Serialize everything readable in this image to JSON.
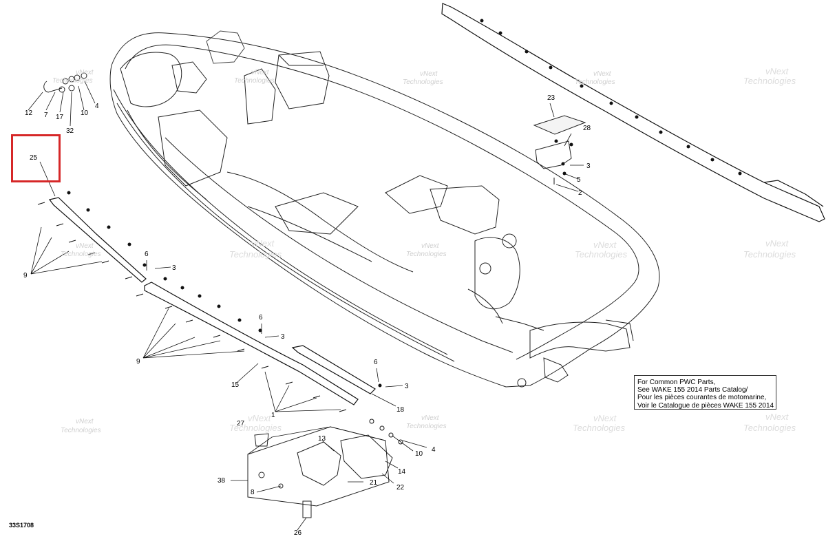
{
  "figure_code": "33S1708",
  "highlight": {
    "label_ref": "25",
    "color": "#d62728"
  },
  "note_lines": [
    "For Common PWC Parts,",
    "See WAKE 155 2014 Parts Catalog/",
    "Pour les pièces courantes de motomarine,",
    "Voir le Catalogue de pièces WAKE 155 2014"
  ],
  "watermark": {
    "line1": "vNext",
    "line2": "Technologies"
  },
  "labels": {
    "l12": "12",
    "l7": "7",
    "l17": "17",
    "l10a": "10",
    "l4a": "4",
    "l32": "32",
    "l25": "25",
    "l23": "23",
    "l28": "28",
    "l3a": "3",
    "l5": "5",
    "l2": "2",
    "l9a": "9",
    "l6a": "6",
    "l3b": "3",
    "l9b": "9",
    "l6b": "6",
    "l3c": "3",
    "l15": "15",
    "l6c": "6",
    "l3d": "3",
    "l18": "18",
    "l1": "1",
    "l27": "27",
    "l13": "13",
    "l10b": "10",
    "l4b": "4",
    "l14": "14",
    "l38": "38",
    "l21": "21",
    "l8": "8",
    "l22": "22",
    "l26": "26"
  }
}
